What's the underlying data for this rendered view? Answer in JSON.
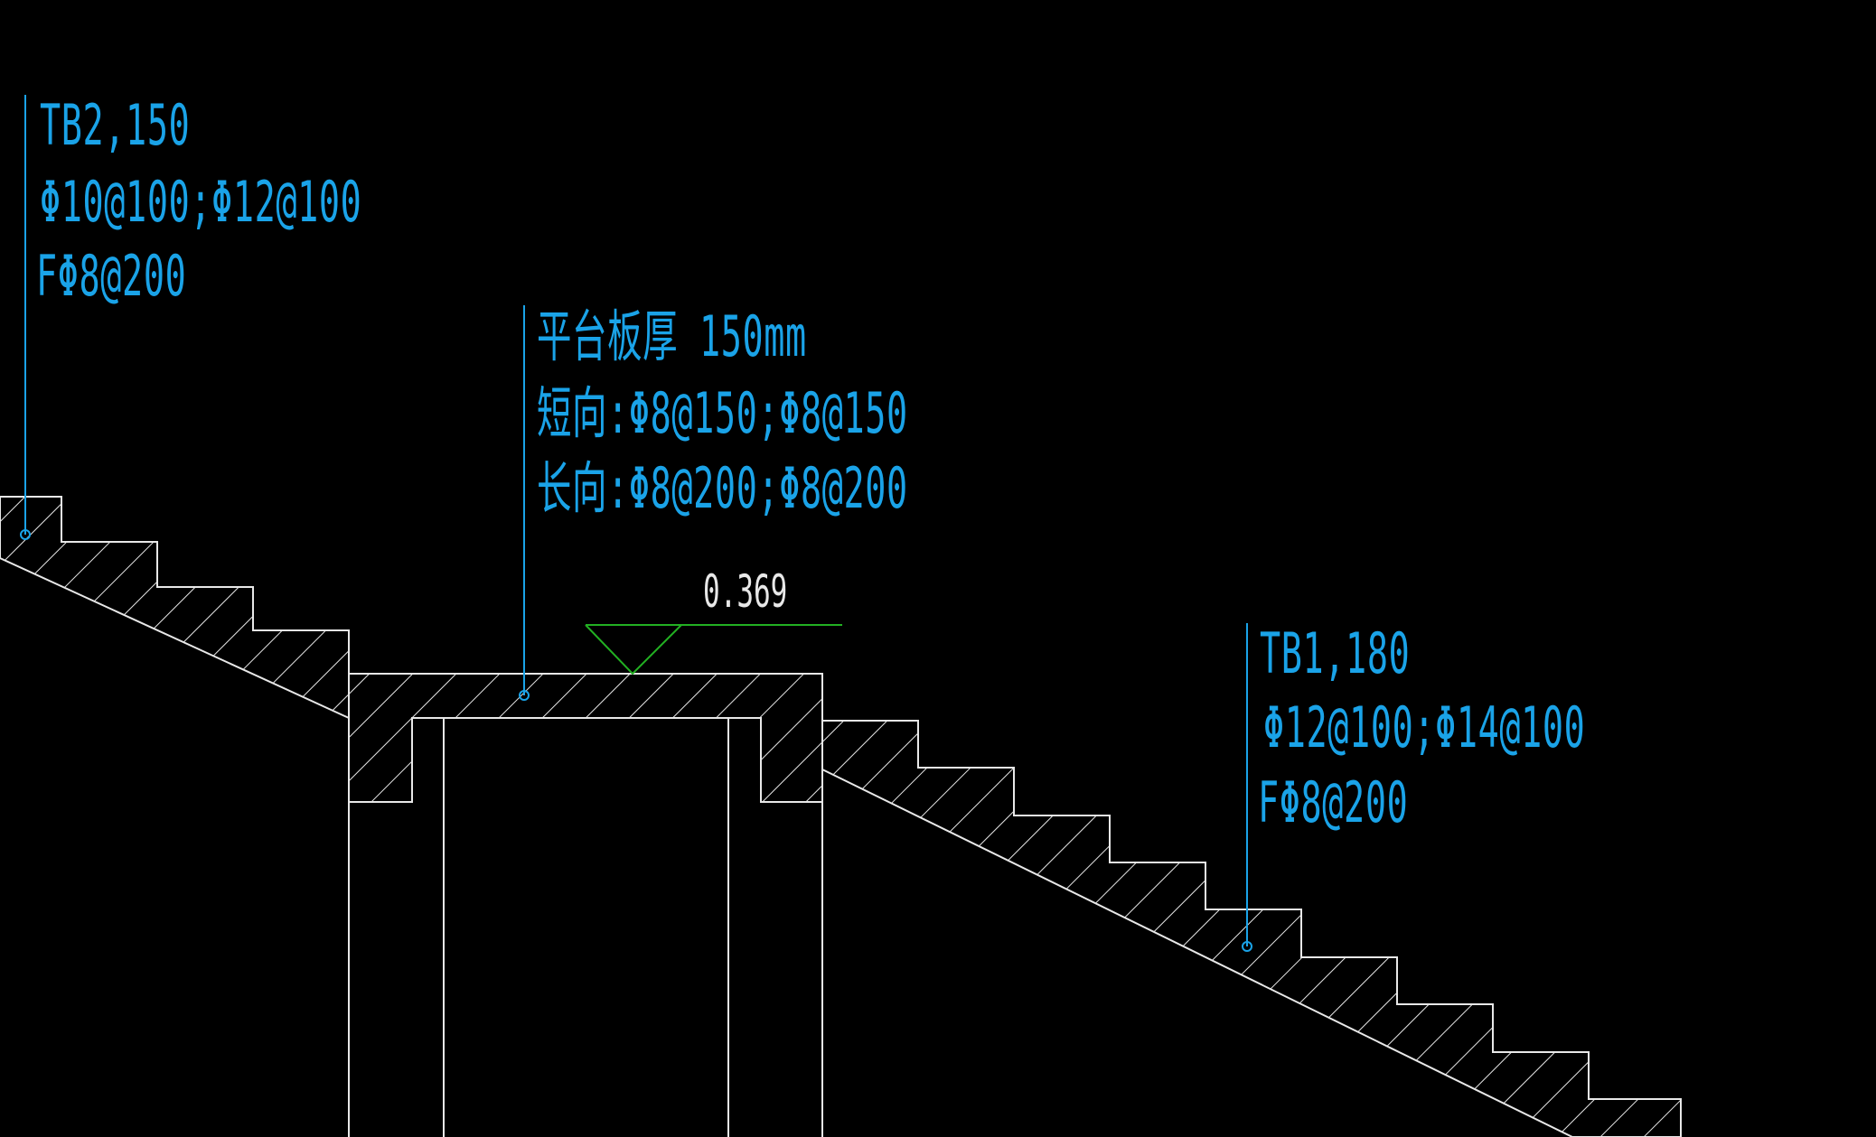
{
  "colors": {
    "background": "#000000",
    "geometry": "#e8e8e8",
    "annotation": "#1aa3e8",
    "elevation_mark": "#22b022"
  },
  "drawing": {
    "tb2": {
      "line1": "TB2,150",
      "line2": "Φ10@100;Φ12@100",
      "line3": "FΦ8@200"
    },
    "platform": {
      "line1": "平台板厚 150mm",
      "line2": "短向:Φ8@150;Φ8@150",
      "line3": "长向:Φ8@200;Φ8@200"
    },
    "elevation": {
      "value": "0.369"
    },
    "tb1": {
      "line1": "TB1,180",
      "line2": "Φ12@100;Φ14@100",
      "line3": "FΦ8@200"
    }
  }
}
